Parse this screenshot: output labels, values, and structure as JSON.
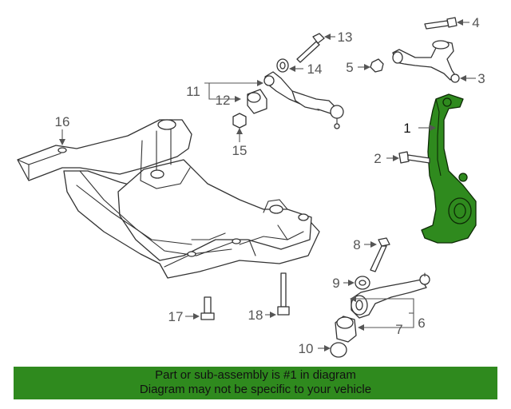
{
  "diagram": {
    "colors": {
      "highlight": "#2f8a1e",
      "linework": "#333333",
      "callout_text": "#555555"
    },
    "parts": [
      {
        "number": "1",
        "label": "1",
        "highlighted": true
      },
      {
        "number": "2",
        "label": "2"
      },
      {
        "number": "3",
        "label": "3"
      },
      {
        "number": "4",
        "label": "4"
      },
      {
        "number": "5",
        "label": "5"
      },
      {
        "number": "6",
        "label": "6"
      },
      {
        "number": "7",
        "label": "7"
      },
      {
        "number": "8",
        "label": "8"
      },
      {
        "number": "9",
        "label": "9"
      },
      {
        "number": "10",
        "label": "10"
      },
      {
        "number": "11",
        "label": "11"
      },
      {
        "number": "12",
        "label": "12"
      },
      {
        "number": "13",
        "label": "13"
      },
      {
        "number": "14",
        "label": "14"
      },
      {
        "number": "15",
        "label": "15"
      },
      {
        "number": "16",
        "label": "16"
      },
      {
        "number": "17",
        "label": "17"
      },
      {
        "number": "18",
        "label": "18"
      }
    ]
  },
  "banner": {
    "line1": "Part or sub-assembly is #1 in diagram",
    "line2": "Diagram may not be specific to your vehicle"
  }
}
